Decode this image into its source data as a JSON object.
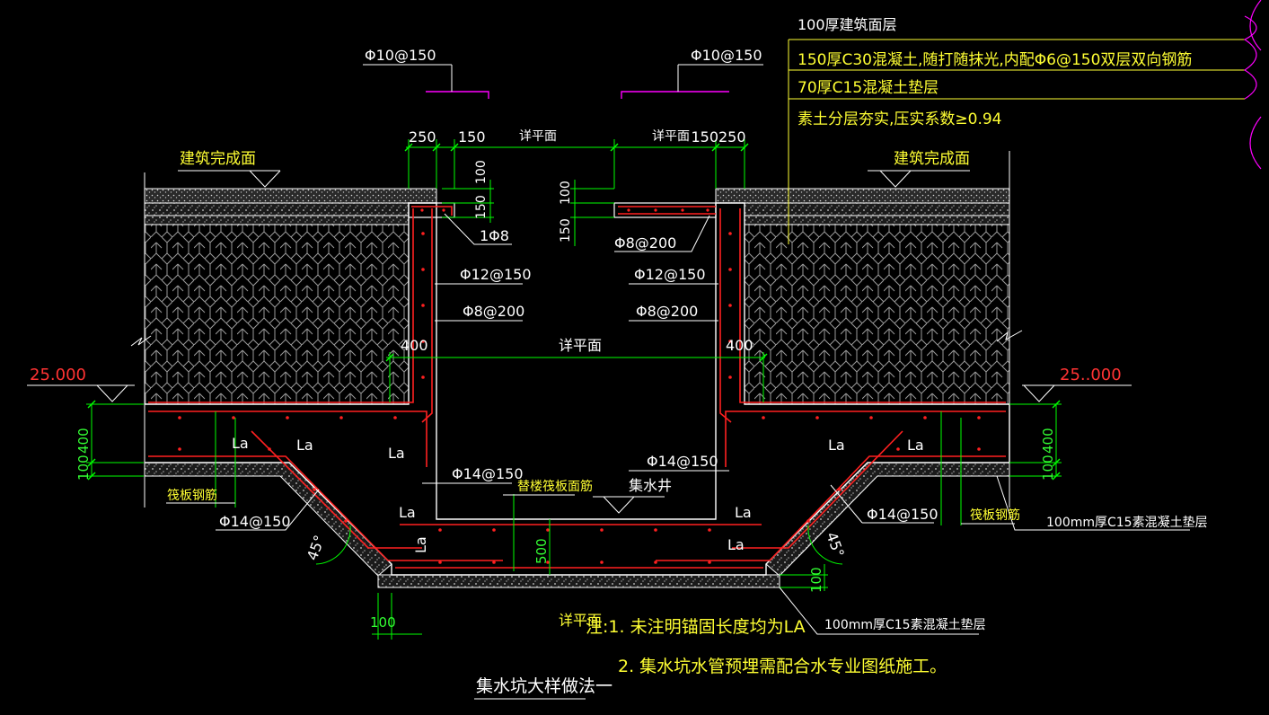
{
  "colors": {
    "background": "#000000",
    "rebar": "#ff2020",
    "dimension": "#00ff00",
    "text": "#ffff33",
    "structure": "#ffffff",
    "marker": "#ff00ff",
    "elevation": "#ff3333"
  },
  "layers_note": {
    "layer1": "100厚建筑面层",
    "layer2": "150厚C30混凝土,随打随抹光,内配Φ6@150双层双向钢筋",
    "layer3": "70厚C15混凝土垫层",
    "layer4": "素土分层夯实,压实系数≥0.94"
  },
  "labels": {
    "phi10_left": "Φ10@150",
    "phi10_right": "Φ10@150",
    "finish_left": "建筑完成面",
    "finish_right": "建筑完成面",
    "elev_left": "25.000",
    "elev_right": "25..000",
    "one_phi8": "1Φ8",
    "phi8_200_top": "Φ8@200",
    "phi12_left": "Φ12@150",
    "phi12_right": "Φ12@150",
    "phi8_left": "Φ8@200",
    "phi8_right": "Φ8@200",
    "see_plan_top_left": "详平面",
    "see_plan_top_right": "详平面",
    "see_plan_mid": "详平面",
    "see_plan_bottom": "详平面",
    "la_1": "La",
    "la_2": "La",
    "la_3": "La",
    "la_4": "La",
    "la_5": "La",
    "la_6": "La",
    "la_7": "La",
    "la_8": "La",
    "la_9": "La",
    "phi14_left_inner": "Φ14@150",
    "phi14_right_inner": "Φ14@150",
    "phi14_left_outer": "Φ14@150",
    "phi14_right_outer": "Φ14@150",
    "raft_top_bar": "替楼筏板面筋",
    "sump": "集水井",
    "raft_bar_left": "筏板钢筋",
    "raft_bar_right": "筏板钢筋",
    "pad_right": "100mm厚C15素混凝土垫层",
    "pad_bottom": "100mm厚C15素混凝土垫层",
    "angle_left": "45°",
    "angle_right": "45°",
    "title": "集水坑大样做法一",
    "note1": "注:1. 未注明锚固长度均为LA",
    "note2": "2. 集水坑水管预埋需配合水专业图纸施工。"
  },
  "dims": {
    "d250_left": "250",
    "d150_left": "150",
    "d150_right": "150",
    "d250_right": "250",
    "d100_a": "100",
    "d150_a": "150",
    "d100_b": "100",
    "d150_b": "150",
    "d400_left": "400",
    "d400_right": "400",
    "d400_left_v": "400",
    "d100_left_v": "100",
    "d400_right_v": "400",
    "d100_right_v": "100",
    "d500": "500",
    "d100_bottom_v": "100",
    "d100_bottom_h": "100"
  }
}
